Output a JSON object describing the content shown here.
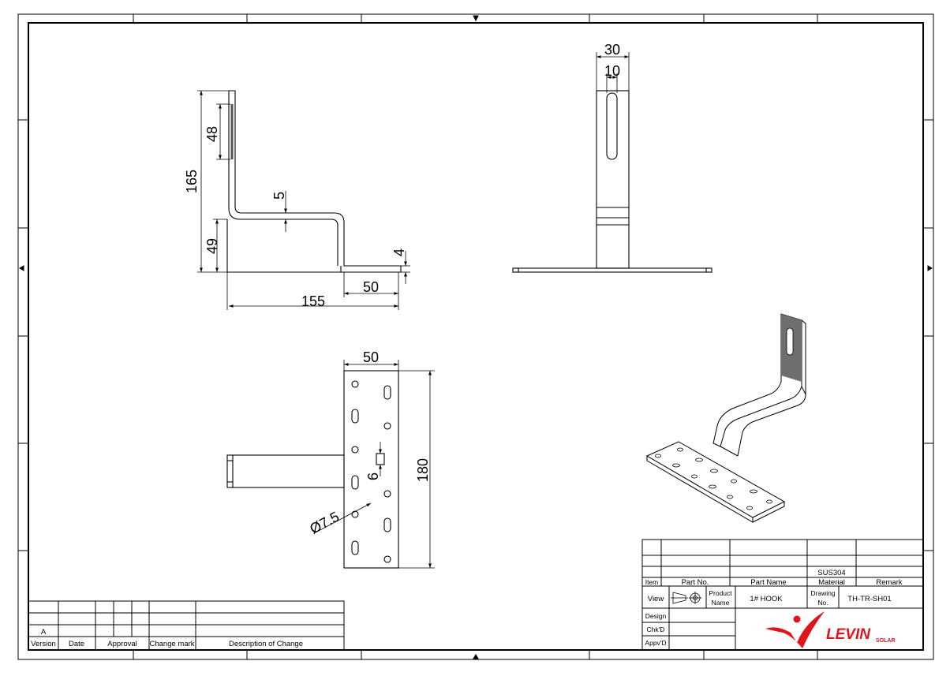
{
  "dimensions": {
    "side_height": "165",
    "side_slot_len": "48",
    "side_thickness": "5",
    "side_rise": "49",
    "side_plate_thk": "4",
    "side_foot": "50",
    "side_length": "155",
    "front_outer_width": "30",
    "front_slot_width": "10",
    "plan_width": "50",
    "plan_length": "180",
    "plan_gap": "6",
    "plan_hole": "Ø7.5"
  },
  "revision_block": {
    "headers": [
      "Version",
      "Date",
      "Approval",
      "Change mark",
      "Description of Change"
    ],
    "version_value": "A"
  },
  "title_block": {
    "material_value": "SUS304",
    "col_item": "Item",
    "col_part_no": "Part No.",
    "col_part_name": "Part Name",
    "col_material": "Material",
    "col_remark": "Remark",
    "view_label": "View",
    "product_name_label_1": "Product",
    "product_name_label_2": "Name",
    "product_name_value": "1# HOOK",
    "drawing_no_label_1": "Drawing",
    "drawing_no_label_2": "No.",
    "drawing_no_value": "TH-TR-SH01",
    "design_label": "Design",
    "checked_label": "Chk'D",
    "approved_label": "Appv'D"
  },
  "logo": {
    "brand_main": "LEVIN",
    "brand_sub": "SOLAR",
    "brand_color": "#e0141b"
  }
}
